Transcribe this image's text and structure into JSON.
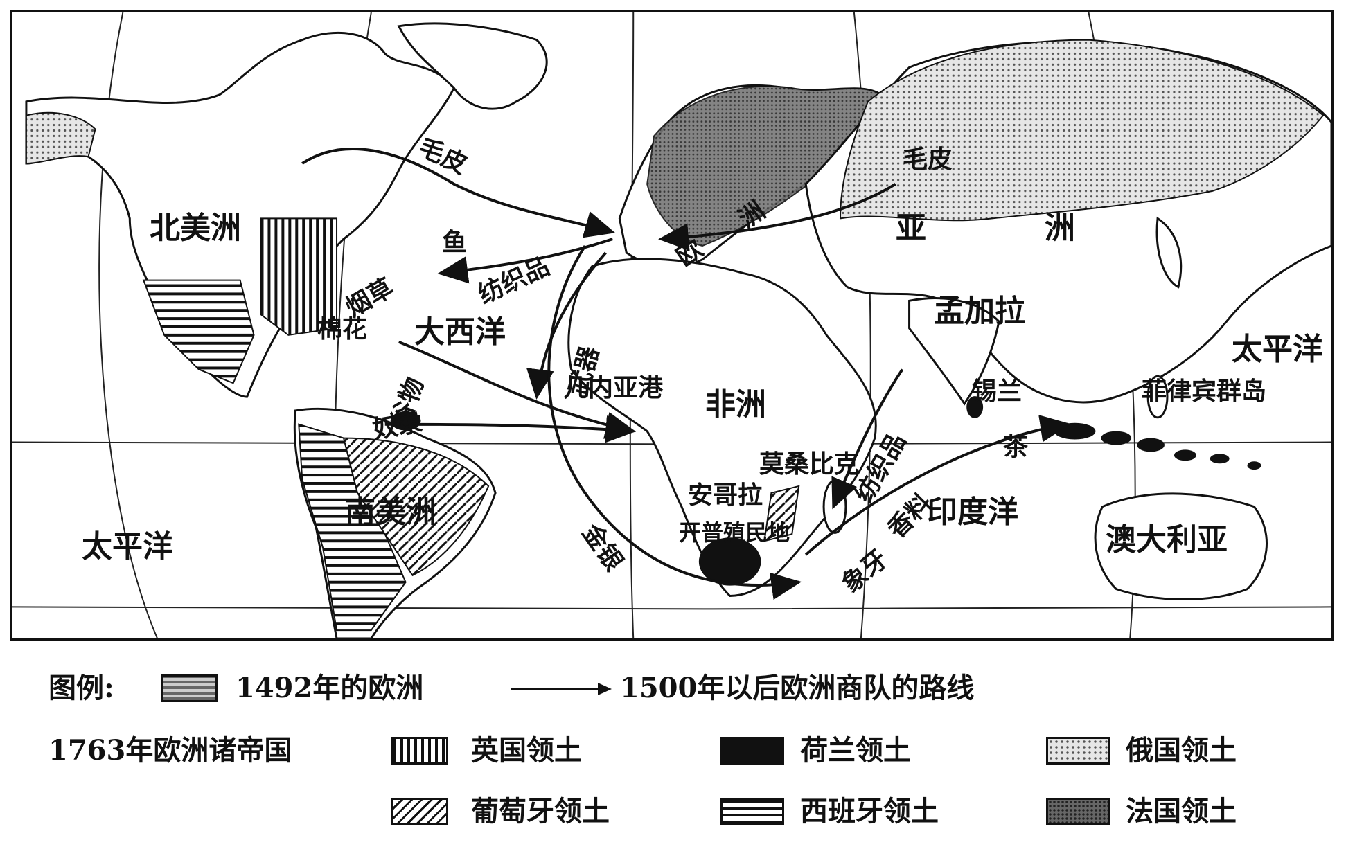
{
  "map": {
    "labels": {
      "north_america": "北美洲",
      "south_america": "南美洲",
      "africa": "非洲",
      "asia_1": "亚",
      "asia_2": "洲",
      "europe_1": "欧",
      "europe_2": "洲",
      "australia": "澳大利亚",
      "atlantic": "大西洋",
      "pacific_west": "太平洋",
      "pacific_east": "太平洋",
      "indian_ocean": "印度洋",
      "bengal": "孟加拉",
      "ceylon": "锡兰",
      "philippines": "菲律宾群岛",
      "guinea_port": "几内亚港",
      "angola": "安哥拉",
      "mozambique": "莫桑比克",
      "cape_colony": "开普殖民地",
      "fur_america": "毛皮",
      "fur_asia": "毛皮",
      "fish": "鱼",
      "tobacco": "烟草",
      "cotton": "棉花",
      "textiles_atlantic": "纺织品",
      "textiles_india": "纺织品",
      "grain": "谷物",
      "slaves_america": "奴隶",
      "weapons": "武器",
      "gold_silver": "金银",
      "spices": "香料",
      "ivory": "象牙",
      "tea": "茶"
    }
  },
  "legend": {
    "title": "图例:",
    "europe_1492": "1492年的欧洲",
    "routes": "1500年以后欧洲商队的路线",
    "empires_1763": "1763年欧洲诸帝国",
    "british": "英国领土",
    "dutch": "荷兰领土",
    "russian": "俄国领土",
    "portuguese": "葡萄牙领土",
    "spanish": "西班牙领土",
    "french": "法国领土"
  }
}
